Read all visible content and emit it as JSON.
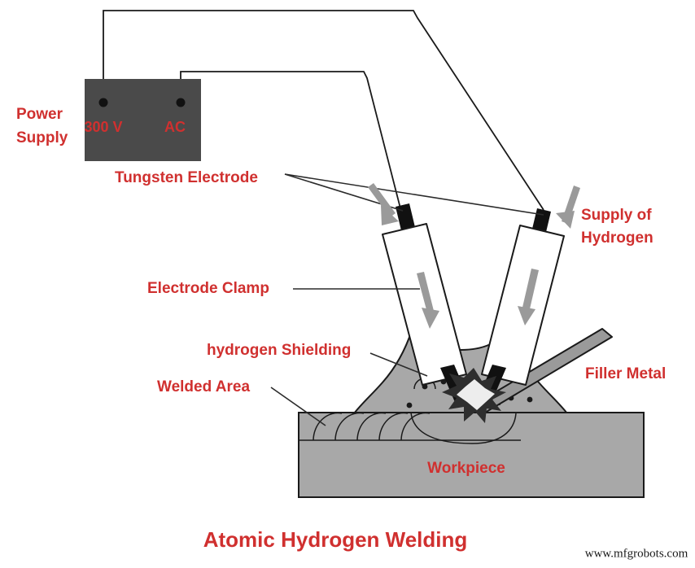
{
  "title": "Atomic Hydrogen Welding",
  "watermark": "www.mfgrobots.com",
  "colors": {
    "label_red": "#d0302f",
    "psu_body": "#4a4a4a",
    "metal_gray": "#a8a8a8",
    "shield_gray": "#a8a8a8",
    "electrode_black": "#111111",
    "arrow_gray": "#9a9a9a",
    "outline": "#1a1a1a",
    "background": "#ffffff"
  },
  "power_supply": {
    "label_line1": "Power",
    "label_line2": "Supply",
    "voltage": "300 V",
    "current_type": "AC"
  },
  "labels": {
    "tungsten_electrode": "Tungsten Electrode",
    "supply_of_hydrogen_line1": "Supply of",
    "supply_of_hydrogen_line2": "Hydrogen",
    "electrode_clamp": "Electrode Clamp",
    "hydrogen_shielding": "hydrogen Shielding",
    "welded_area": "Welded Area",
    "filler_metal": "Filler Metal",
    "workpiece": "Workpiece"
  }
}
